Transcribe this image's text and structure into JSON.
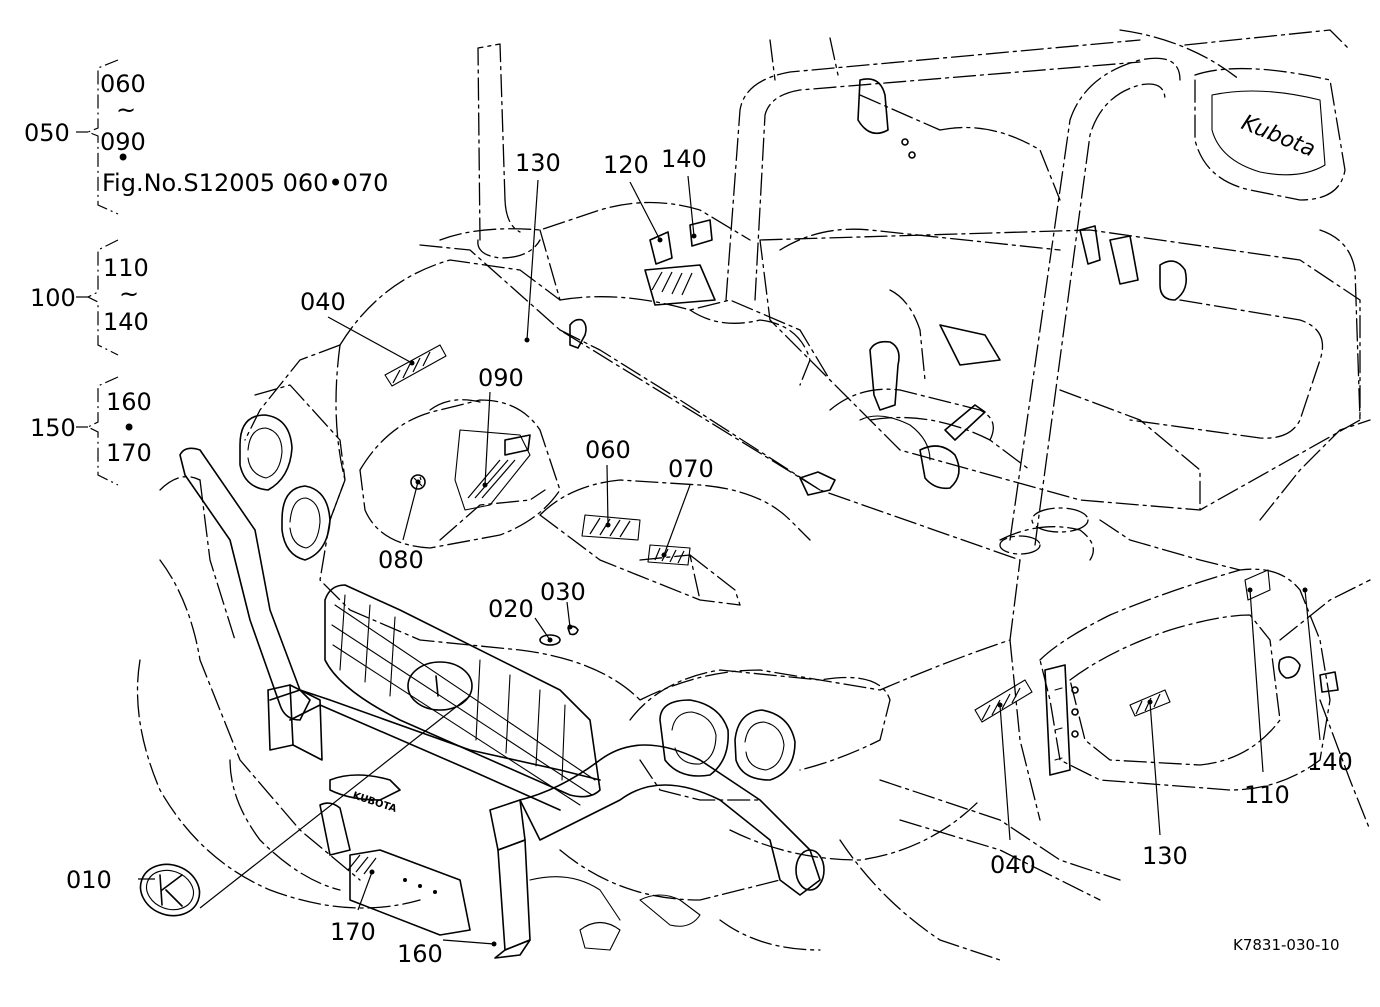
{
  "diagram": {
    "figure_code": "K7831-030-10",
    "groups": [
      {
        "id": "050",
        "line1": "060",
        "tilde": "~",
        "line2": "090",
        "sep": "•",
        "line3": "Fig.No.S12005  060•070"
      },
      {
        "id": "100",
        "line1": "110",
        "tilde": "~",
        "line2": "140"
      },
      {
        "id": "150",
        "line1": "160",
        "sep": "•",
        "line2": "170"
      }
    ],
    "callouts": {
      "c010": "010",
      "c020": "020",
      "c030": "030",
      "c040a": "040",
      "c040b": "040",
      "c060": "060",
      "c070": "070",
      "c080": "080",
      "c090": "090",
      "c110": "110",
      "c120": "120",
      "c130a": "130",
      "c130b": "130",
      "c140a": "140",
      "c140b": "140",
      "c160": "160",
      "c170": "170"
    },
    "emblem_text": "Kubota"
  }
}
